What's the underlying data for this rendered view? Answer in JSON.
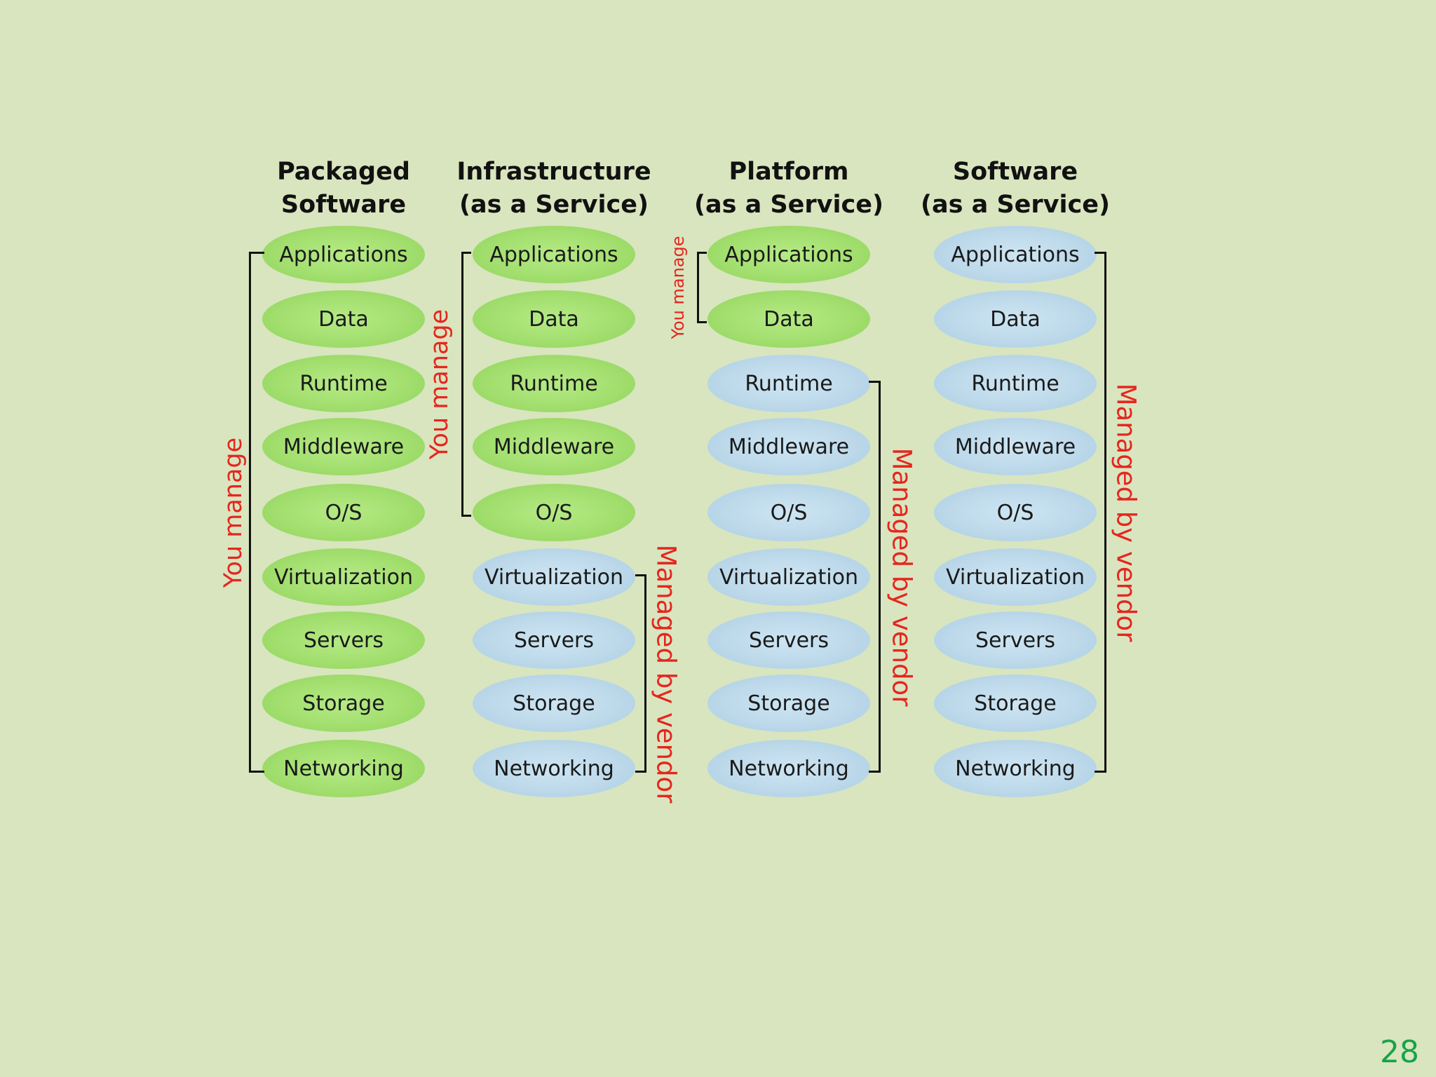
{
  "columns": [
    {
      "id": "packaged",
      "title_line1": "Packaged",
      "title_line2": "Software",
      "items": [
        {
          "label": "Applications",
          "managed_by": "you"
        },
        {
          "label": "Data",
          "managed_by": "you"
        },
        {
          "label": "Runtime",
          "managed_by": "you"
        },
        {
          "label": "Middleware",
          "managed_by": "you"
        },
        {
          "label": "O/S",
          "managed_by": "you"
        },
        {
          "label": "Virtualization",
          "managed_by": "you"
        },
        {
          "label": "Servers",
          "managed_by": "you"
        },
        {
          "label": "Storage",
          "managed_by": "you"
        },
        {
          "label": "Networking",
          "managed_by": "you"
        }
      ],
      "you_manage_label": "You manage",
      "vendor_label": ""
    },
    {
      "id": "iaas",
      "title_line1": "Infrastructure",
      "title_line2": "(as a Service)",
      "items": [
        {
          "label": "Applications",
          "managed_by": "you"
        },
        {
          "label": "Data",
          "managed_by": "you"
        },
        {
          "label": "Runtime",
          "managed_by": "you"
        },
        {
          "label": "Middleware",
          "managed_by": "you"
        },
        {
          "label": "O/S",
          "managed_by": "you"
        },
        {
          "label": "Virtualization",
          "managed_by": "vendor"
        },
        {
          "label": "Servers",
          "managed_by": "vendor"
        },
        {
          "label": "Storage",
          "managed_by": "vendor"
        },
        {
          "label": "Networking",
          "managed_by": "vendor"
        }
      ],
      "you_manage_label": "You manage",
      "vendor_label": "Managed by vendor"
    },
    {
      "id": "paas",
      "title_line1": "Platform",
      "title_line2": "(as a Service)",
      "items": [
        {
          "label": "Applications",
          "managed_by": "you"
        },
        {
          "label": "Data",
          "managed_by": "you"
        },
        {
          "label": "Runtime",
          "managed_by": "vendor"
        },
        {
          "label": "Middleware",
          "managed_by": "vendor"
        },
        {
          "label": "O/S",
          "managed_by": "vendor"
        },
        {
          "label": "Virtualization",
          "managed_by": "vendor"
        },
        {
          "label": "Servers",
          "managed_by": "vendor"
        },
        {
          "label": "Storage",
          "managed_by": "vendor"
        },
        {
          "label": "Networking",
          "managed_by": "vendor"
        }
      ],
      "you_manage_label": "You manage",
      "vendor_label": "Managed by vendor"
    },
    {
      "id": "saas",
      "title_line1": "Software",
      "title_line2": "(as a Service)",
      "items": [
        {
          "label": "Applications",
          "managed_by": "vendor"
        },
        {
          "label": "Data",
          "managed_by": "vendor"
        },
        {
          "label": "Runtime",
          "managed_by": "vendor"
        },
        {
          "label": "Middleware",
          "managed_by": "vendor"
        },
        {
          "label": "O/S",
          "managed_by": "vendor"
        },
        {
          "label": "Virtualization",
          "managed_by": "vendor"
        },
        {
          "label": "Servers",
          "managed_by": "vendor"
        },
        {
          "label": "Storage",
          "managed_by": "vendor"
        },
        {
          "label": "Networking",
          "managed_by": "vendor"
        }
      ],
      "you_manage_label": "",
      "vendor_label": "Managed by vendor"
    }
  ],
  "colors": {
    "background": "#d9e5bf",
    "you_manage_fill": "#a3df6f",
    "vendor_fill": "#bdd9ea",
    "bracket_label": "#e5261f",
    "slide_number": "#17a34a"
  },
  "slide_number": "28"
}
